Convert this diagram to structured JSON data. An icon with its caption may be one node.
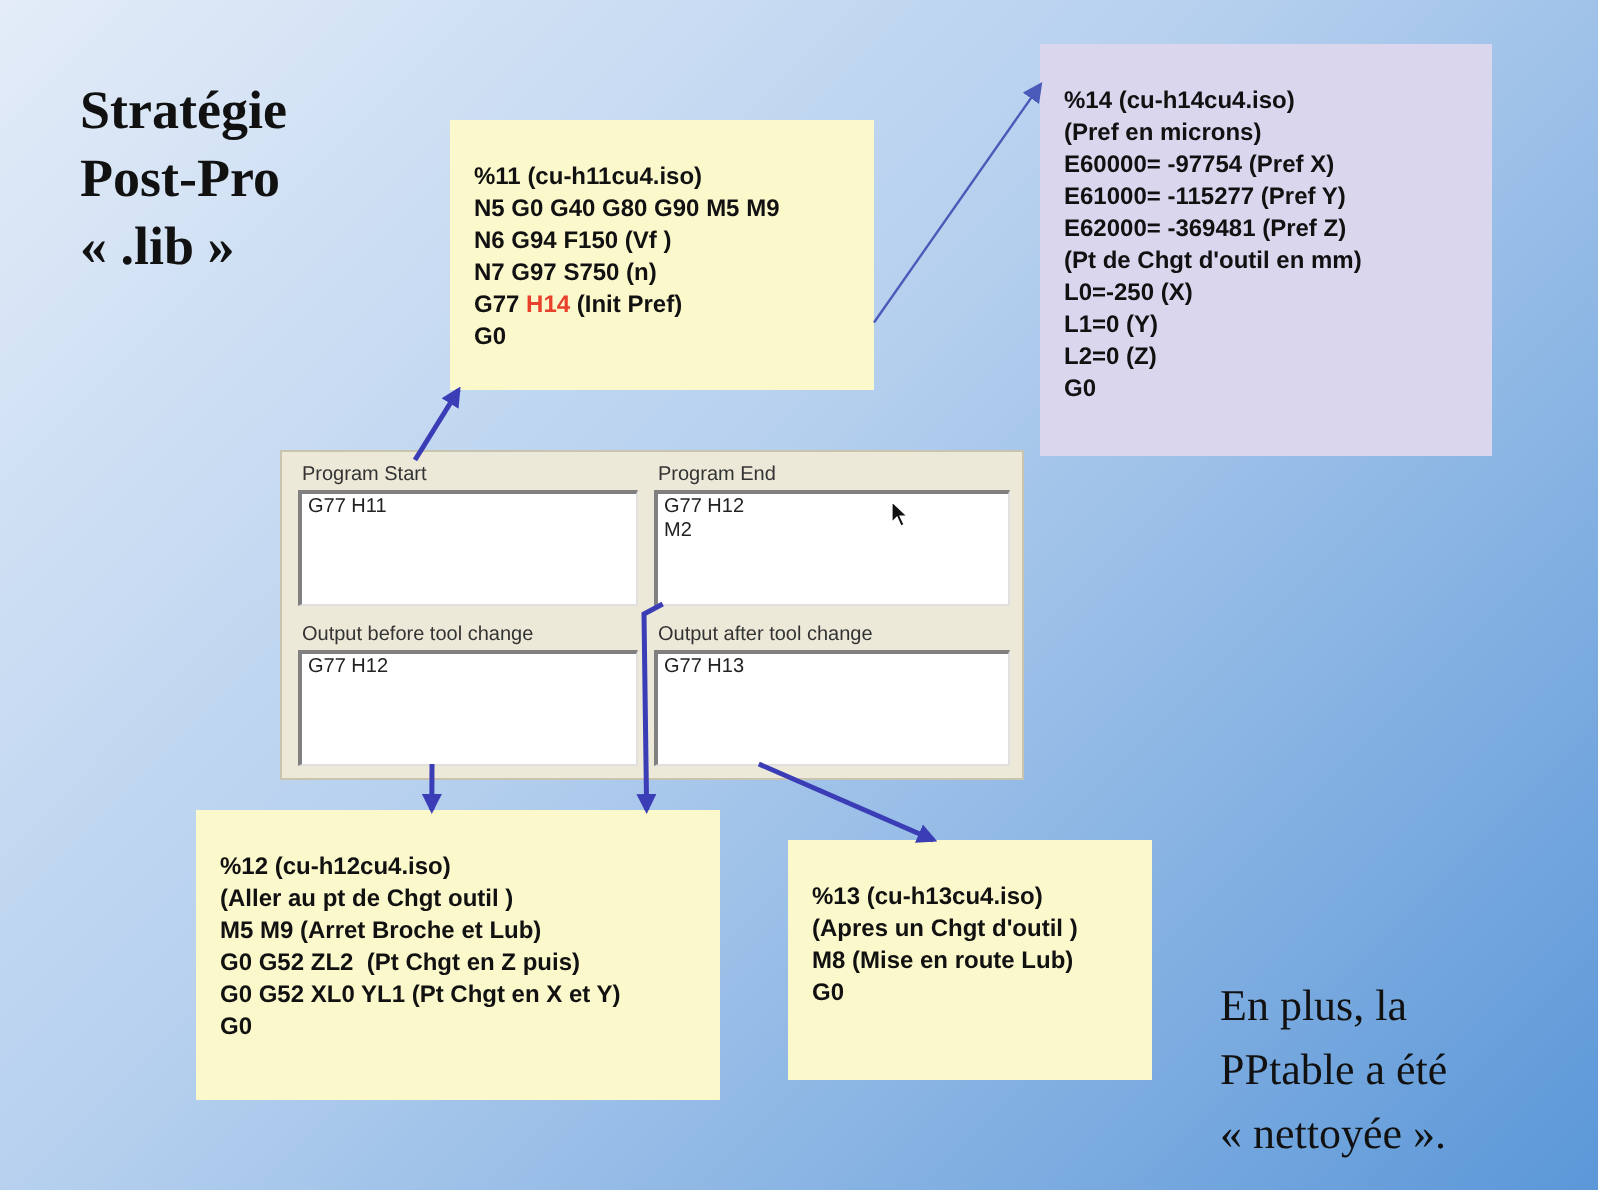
{
  "diagram": {
    "title": "Stratégie Post-Pro « .lib »",
    "nodes": [
      {
        "text": [
          "%11 (cu-h11cu4.iso)",
          "N5 G0 G40 G80 G90 M5 M9",
          "N6 G94 F150 (Vf )",
          "N7 G97 S750 (n)",
          "G77 H14 (Init Pref)",
          "G0"
        ]
      },
      {
        "text": [
          "%14 (cu-h14cu4.iso)",
          "(Pref en microns)",
          "E60000= -97754 (Pref X)",
          "E61000= -115277 (Pref Y)",
          "E62000= -369481 (Pref Z)",
          "(Pt de Chgt d'outil en mm)",
          "L0=-250 (X)",
          "L1=0 (Y)",
          "L2=0 (Z)",
          "G0"
        ]
      },
      {
        "text": [],
        "shape": "box"
      },
      {
        "text": [
          "Program Start",
          "G77 H11"
        ],
        "in": 2
      },
      {
        "text": [
          "Program End",
          "G77 H12",
          "M2"
        ],
        "in": 2
      },
      {
        "text": [
          "Output before tool change",
          "G77 H12"
        ],
        "in": 2
      },
      {
        "text": [
          "Output after tool change",
          "G77 H13"
        ],
        "in": 2
      },
      {
        "text": [
          "%12 (cu-h12cu4.iso)",
          "(Aller au pt de Chgt outil )",
          "M5 M9 (Arret Broche et Lub)",
          "G0 G52 ZL2  (Pt Chgt en Z puis)",
          "G0 G52 XL0 YL1 (Pt Chgt en X et Y)",
          "G0"
        ]
      },
      {
        "text": [
          "%13 (cu-h13cu4.iso)",
          "(Apres un Chgt d'outil )",
          "M8 (Mise en route Lub)",
          "G0"
        ]
      }
    ],
    "edges": [
      {
        "from": 3,
        "to": 0,
        "arrow": "to"
      },
      {
        "from": 0,
        "to": 1,
        "arrow": "to",
        "color": "#4a5ab8"
      },
      {
        "from": 5,
        "to": 7,
        "arrow": "to"
      },
      {
        "from": 4,
        "to": 7,
        "arrow": "to"
      },
      {
        "from": 6,
        "to": 8,
        "arrow": "to"
      }
    ],
    "labels": [
      "En plus, la PPtable a été « nettoyée »."
    ]
  }
}
